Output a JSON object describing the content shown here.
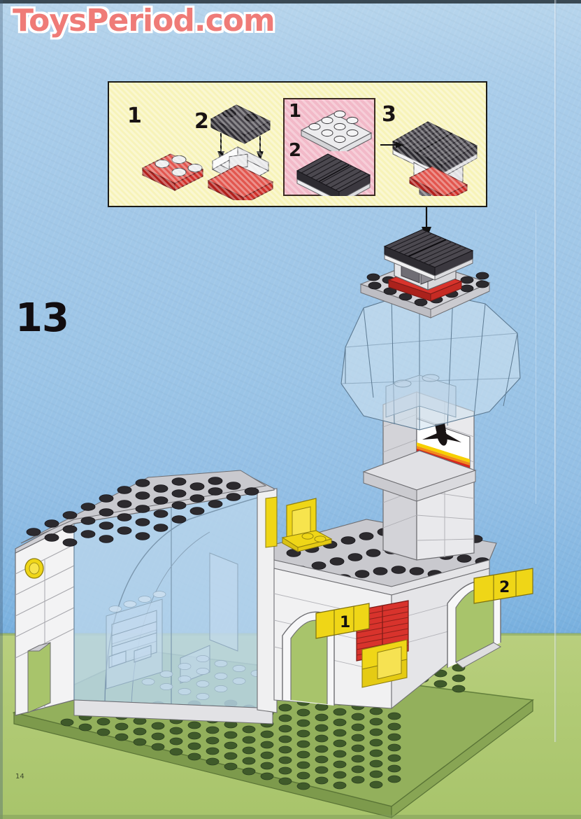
{
  "page": {
    "watermark": "ToysPeriod.com",
    "step_number": "13",
    "page_number": "14",
    "background_color": "#a2c8e8",
    "ground_color": "#b2cb76"
  },
  "callout": {
    "background_color": "#f7f3b9",
    "border_color": "#1b1b18",
    "substep_labels": [
      "1",
      "2",
      "3"
    ],
    "parts_panel": {
      "background_color": "#f2b9c8",
      "border_color": "#3b2b22",
      "part_labels": [
        "1",
        "2"
      ],
      "parts": [
        {
          "label": "1",
          "name": "white-plate-2x4",
          "color": "#e6e7e9",
          "stud_count": 8
        },
        {
          "label": "2",
          "name": "dark-grey-grille-brick",
          "color": "#55525a",
          "count": 2
        }
      ]
    },
    "substeps": [
      {
        "label": "1",
        "name": "red-plate-2x2",
        "color": "#d02823"
      },
      {
        "label": "2",
        "name": "dark-grey-bracket-on-white-fence",
        "color": "#3c3a40"
      },
      {
        "label": "3",
        "name": "assembled-roof-module",
        "color": "#55525a"
      }
    ],
    "arrow": {
      "name": "callout-to-model-arrow",
      "direction": "down",
      "color": "#12110f"
    }
  },
  "model": {
    "title_parts": [
      "control-tower",
      "terminal-building",
      "green-baseplate"
    ],
    "colors": {
      "glass_blue": "#b8d4ea",
      "glass_tint": "#c8dcee",
      "white_brick": "#eeeeee",
      "light_grey_brick": "#d9d9d9",
      "dark_grey_stud": "#2c2a2e",
      "red": "#d02823",
      "yellow": "#f2d817",
      "green_plate": "#7f9f4f",
      "green_stud": "#3f5a2a"
    },
    "gate_tags": [
      {
        "label": "1",
        "name": "gate-tag-1",
        "color": "#f2d817"
      },
      {
        "label": "2",
        "name": "gate-tag-2",
        "color": "#f2d817"
      }
    ],
    "sticker": {
      "name": "airplane-sticker",
      "background": "#ffffff",
      "plane_color": "#191414",
      "stripes": [
        "#f6d000",
        "#f08a1c",
        "#d8271f",
        "#3d8fd0",
        "#ffffff",
        "#111111"
      ]
    },
    "tower": {
      "dome": {
        "name": "transparent-dome",
        "color": "#cfe0ef",
        "facets": 10
      },
      "roof": {
        "name": "tower-roof-module",
        "color": "#55525a"
      },
      "column": {
        "name": "tower-column",
        "color": "#d9d9d9"
      }
    },
    "terminal": {
      "glass_front": {
        "name": "glass-front-panel",
        "color": "#b8d4ea"
      },
      "roof": {
        "name": "terminal-roof",
        "stud_color": "#2c2a2e"
      },
      "yellow_knob": {
        "name": "yellow-round-plate",
        "color": "#f2d817"
      },
      "yellow_chair": {
        "name": "yellow-chair",
        "color": "#f2d817"
      },
      "red_grille": {
        "name": "red-grille-wall",
        "color": "#d02823"
      },
      "yellow_bench": {
        "name": "yellow-bench",
        "color": "#f2d817"
      }
    }
  }
}
